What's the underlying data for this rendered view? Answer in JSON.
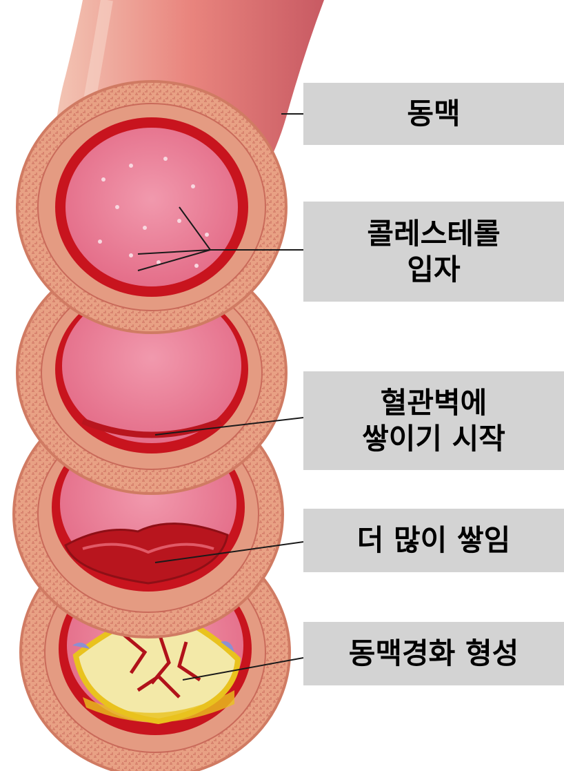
{
  "labels": {
    "artery": {
      "lines": [
        "동맥"
      ]
    },
    "cholesterol": {
      "lines": [
        "콜레스테롤",
        "입자"
      ]
    },
    "wall_accumulation": {
      "lines": [
        "혈관벽에",
        "쌓이기 시작"
      ]
    },
    "more_accumulation": {
      "lines": [
        "더 많이 쌓임"
      ]
    },
    "atherosclerosis": {
      "lines": [
        "동맥경화 형성"
      ]
    }
  },
  "colors": {
    "label_background": "#d3d3d3",
    "label_text": "#000000",
    "artery_outer": "#e9a083",
    "artery_wall": "#d9826a",
    "intima": "#c8141e",
    "lumen": "#e8728e",
    "plaque_core": "#f3e9a8",
    "plaque_rim": "#e9c21e",
    "leader_line": "#1a1a1a"
  }
}
